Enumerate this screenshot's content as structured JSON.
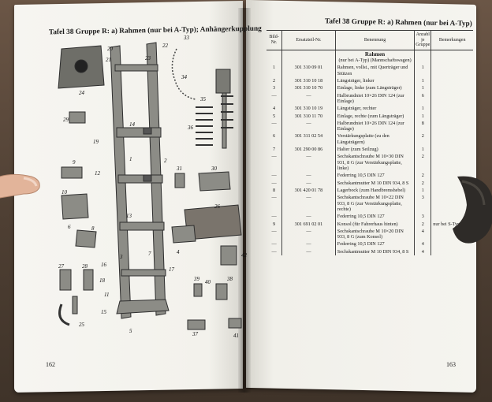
{
  "left_page": {
    "header": "Tafel 38   Gruppe R: a) Rahmen (nur bei A-Typ); Anhängerkupplung",
    "page_number": "162",
    "callouts": [
      "33",
      "20",
      "22",
      "21",
      "23",
      "24",
      "34",
      "35",
      "29",
      "36",
      "14",
      "19",
      "2",
      "31",
      "30",
      "9",
      "12",
      "1",
      "10",
      "26",
      "6",
      "8",
      "13",
      "16",
      "3",
      "7",
      "4",
      "42",
      "27",
      "28",
      "18",
      "17",
      "11",
      "39",
      "40",
      "38",
      "15",
      "37",
      "25",
      "41",
      "5"
    ]
  },
  "right_page": {
    "header": "Tafel 38   Gruppe R: a) Rahmen (nur bei A-Typ)",
    "page_number": "163",
    "columns": {
      "pos": "Bild-Nr.",
      "part": "Ersatzteil-Nr.",
      "desc": "Benennung",
      "qty": "Anzahl je Gruppe",
      "rem": "Bemerkungen"
    },
    "section_title": "Rahmen",
    "section_sub": "(nur bei A-Typ) (Mannschaftswagen)",
    "rows": [
      {
        "pos": "1",
        "part": "301 310 09 01",
        "desc": "Rahmen, vollst., mit Querträger und Stützen",
        "qty": "1",
        "rem": ""
      },
      {
        "pos": "2",
        "part": "301 310 10 18",
        "desc": "Längsträger, linker",
        "qty": "1",
        "rem": ""
      },
      {
        "pos": "3",
        "part": "301 310 10 70",
        "desc": "Einlage, linke (zum Längsträger)",
        "qty": "1",
        "rem": ""
      },
      {
        "pos": "—",
        "part": "—",
        "desc": "Halbrundniet 10×26 DIN 124 (zur Einlage)",
        "qty": "6",
        "rem": ""
      },
      {
        "pos": "4",
        "part": "301 310 10 19",
        "desc": "Längsträger, rechter",
        "qty": "1",
        "rem": ""
      },
      {
        "pos": "5",
        "part": "301 310 11 70",
        "desc": "Einlage, rechte (zum Längsträger)",
        "qty": "1",
        "rem": ""
      },
      {
        "pos": "—",
        "part": "—",
        "desc": "Halbrundniet 10×26 DIN 124 (zur Einlage)",
        "qty": "8",
        "rem": ""
      },
      {
        "pos": "6",
        "part": "301 311 02 54",
        "desc": "Verstärkungsplatte (zu den Längsträgern)",
        "qty": "2",
        "rem": ""
      },
      {
        "pos": "7",
        "part": "301 290 00 86",
        "desc": "Halter (zum Seilzug)",
        "qty": "1",
        "rem": ""
      },
      {
        "pos": "—",
        "part": "—",
        "desc": "Sechskantschraube M 10×30 DIN 931, 8 G (zur Verstärkungsplatte, linke)",
        "qty": "2",
        "rem": ""
      },
      {
        "pos": "—",
        "part": "—",
        "desc": "Federring 10,5 DIN 127",
        "qty": "2",
        "rem": ""
      },
      {
        "pos": "—",
        "part": "—",
        "desc": "Sechskantmutter M 10 DIN 934, 8 S",
        "qty": "2",
        "rem": ""
      },
      {
        "pos": "8",
        "part": "301 420 01 78",
        "desc": "Lagerbock (zum Handbremshebel)",
        "qty": "1",
        "rem": ""
      },
      {
        "pos": "—",
        "part": "—",
        "desc": "Sechskantschraube M 10×22 DIN 933, 8 G (zur Verstärkungsplatte, rechte)",
        "qty": "3",
        "rem": ""
      },
      {
        "pos": "—",
        "part": "—",
        "desc": "Federring 10,5 DIN 127",
        "qty": "3",
        "rem": ""
      },
      {
        "pos": "9",
        "part": "301 691 02 01",
        "desc": "Konsol (für Fahrerhaus hinten)",
        "qty": "2",
        "rem": "nur bei S-Typ"
      },
      {
        "pos": "—",
        "part": "—",
        "desc": "Sechskantschraube M 10×20 DIN 933, 8 G (zum Konsol)",
        "qty": "4",
        "rem": ""
      },
      {
        "pos": "—",
        "part": "—",
        "desc": "Federring 10,5 DIN 127",
        "qty": "4",
        "rem": ""
      },
      {
        "pos": "—",
        "part": "—",
        "desc": "Sechskantmutter M 10 DIN 934, 8 S",
        "qty": "4",
        "rem": ""
      }
    ]
  }
}
